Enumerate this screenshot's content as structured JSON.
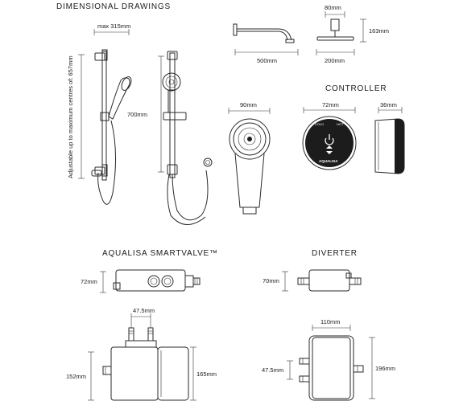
{
  "headings": {
    "dimensional": "DIMENSIONAL DRAWINGS",
    "controller": "CONTROLLER",
    "smartvalve": "AQUALISA SMARTVALVE™",
    "diverter": "DIVERTER"
  },
  "labels": {
    "max_width": "max 315mm",
    "adjustable": "Adjustable up to maximum centres of: 657mm",
    "rail_height": "700mm",
    "head_arm_length": "500mm",
    "head_diameter": "200mm",
    "head_depth": "80mm",
    "head_drop": "163mm",
    "handset_width": "90mm",
    "controller_width": "72mm",
    "controller_depth": "36mm",
    "valve_height": "72mm",
    "valve_inlet_centres": "47.5mm",
    "valve_body_height": "152mm",
    "valve_total_height": "165mm",
    "diverter_height": "70mm",
    "diverter_width": "110mm",
    "diverter_inlet_centres": "47.5mm",
    "diverter_total_height": "196mm"
  },
  "controller_face": {
    "cold": "COLD",
    "hot": "HOT",
    "brand": "AQUALISA",
    "power_icon": "power-icon",
    "flow_icon": "flow-arrows-icon"
  },
  "colors": {
    "line": "#2a2a2a",
    "controller_face": "#1c1c1c",
    "background": "#ffffff"
  }
}
